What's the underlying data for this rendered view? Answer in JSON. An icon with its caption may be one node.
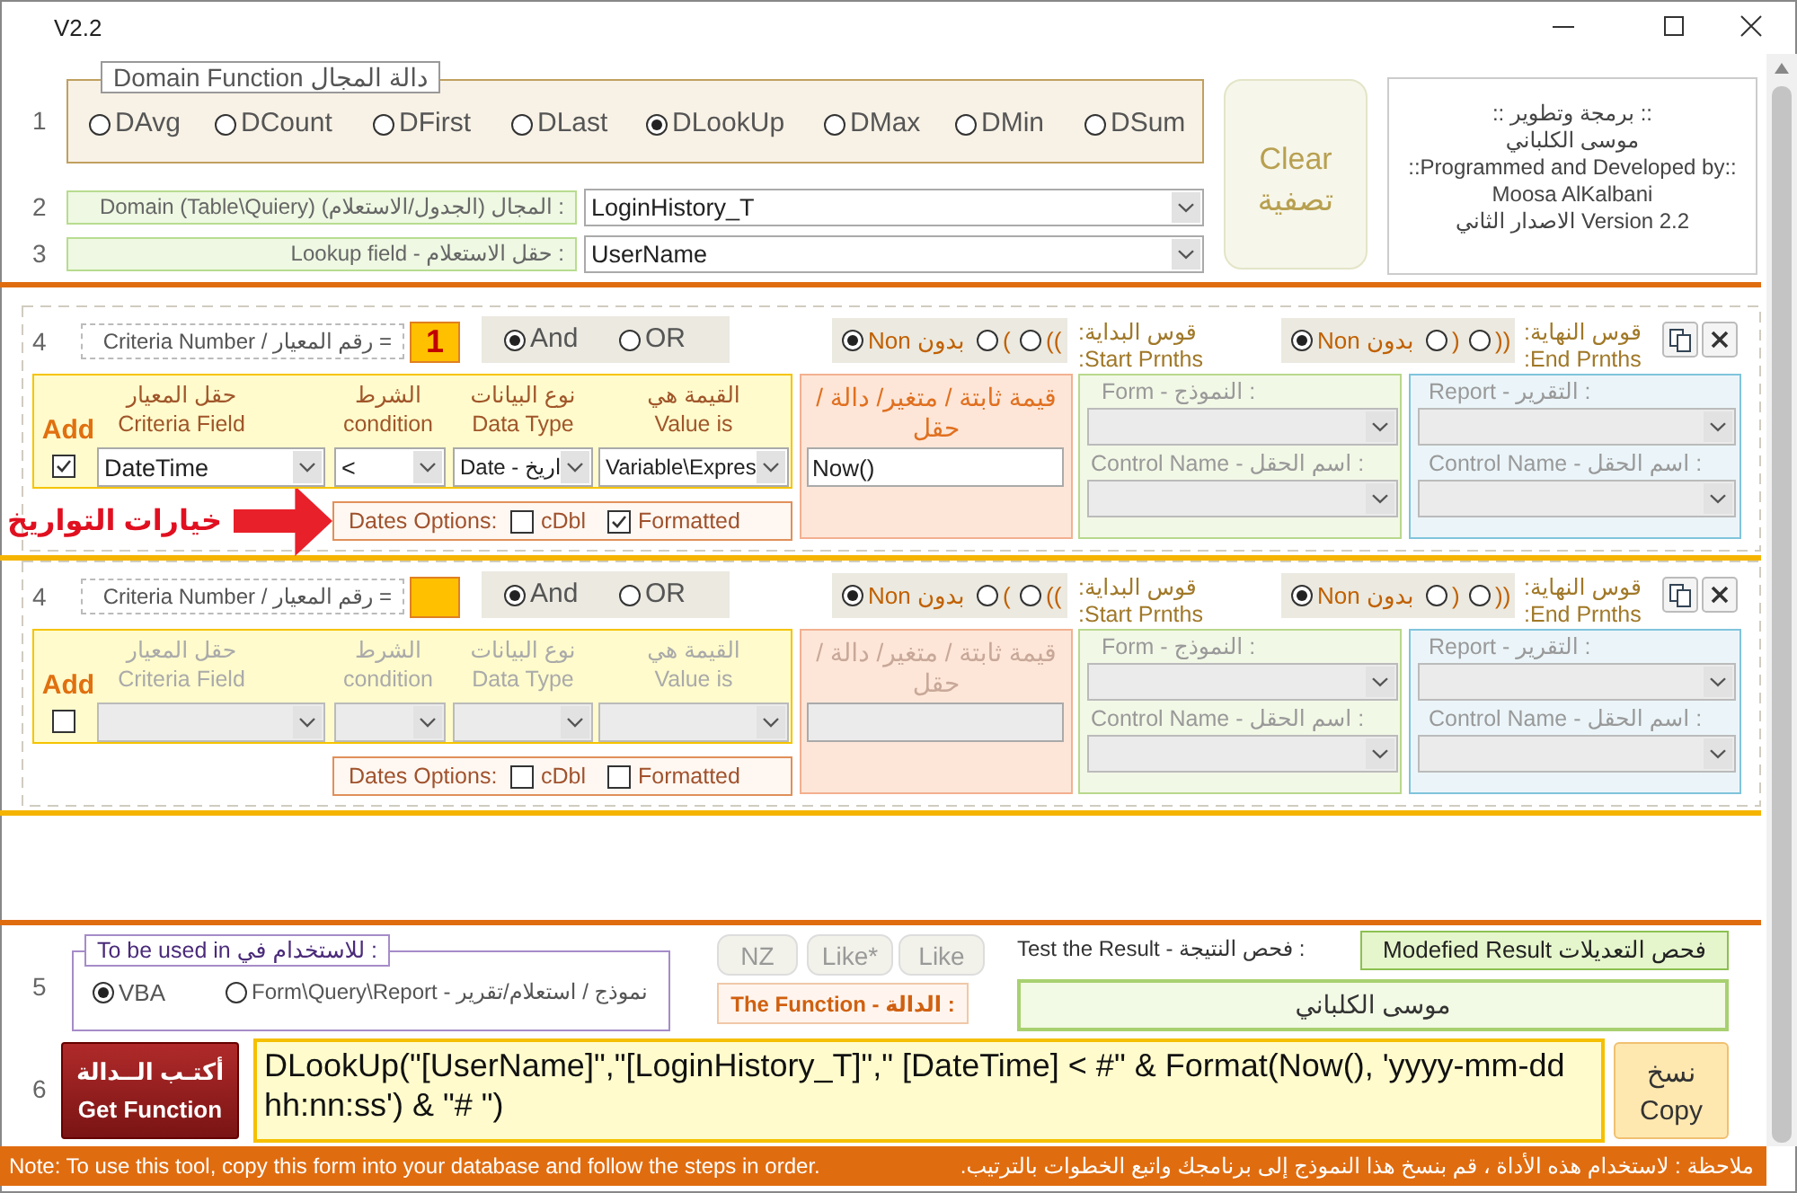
{
  "diagram": {
    "title": "V2.2",
    "nodes": [
      {
        "text": [
          "Domain Function  دالة المجال",
          "DAvg",
          "DCount",
          "DFirst",
          "DLast",
          "DLookUp",
          "DMax",
          "DMin",
          "DSum"
        ]
      },
      {
        "text": [
          ": المجال (الجدول/الاستعلام) Domain (Table\\Quiery)"
        ]
      },
      {
        "text": [
          "LoginHistory_T"
        ]
      },
      {
        "text": [
          ": حقل الاستعلام  -  Lookup field"
        ]
      },
      {
        "text": [
          "UserName"
        ]
      },
      {
        "text": [
          "Clear",
          "تصفية"
        ]
      },
      {
        "text": [
          ":: برمجة وتطوير ::",
          "موسى الكلباني",
          "::Programmed and Developed by::",
          "Moosa AlKalbani",
          "الاصدار الثاني Version 2.2"
        ]
      },
      {
        "text": [
          "= رقم المعيار / Criteria Number"
        ]
      },
      {
        "text": [
          "1"
        ]
      },
      {
        "text": [
          "OR",
          "And"
        ]
      },
      {
        "text": [
          "((",
          "(",
          "Non بدون"
        ],
        "beside": [
          "قوس البداية:",
          "Start Prnths:"
        ]
      },
      {
        "text": [
          "))",
          ")",
          "Non بدون"
        ],
        "beside": [
          "قوس النهاية:",
          "End Prnths:"
        ]
      },
      {
        "text": [
          "Add",
          "حقل المعيار Criteria Field",
          "الشرط condition",
          "نوع البيانات Data Type",
          "القيمة هي Value is"
        ]
      },
      {
        "text": [
          "DateTime"
        ],
        "in": 12
      },
      {
        "text": [
          "<"
        ],
        "in": 12
      },
      {
        "text": [
          "Date - اريخ"
        ],
        "in": 12
      },
      {
        "text": [
          "Variable\\Expres"
        ],
        "in": 12
      },
      {
        "text": [
          "Formatted",
          "cDbl",
          "Dates Options:"
        ]
      },
      {
        "text": [
          "قيمة ثابتة / متغير/ دالة / حقل"
        ]
      },
      {
        "text": [
          "Now()"
        ],
        "in": 18
      },
      {
        "text": [
          ": النموذج  -  Form",
          ": اسم الحقل  -  Control Name"
        ]
      },
      {
        "text": [],
        "shape": "box",
        "in": 20
      },
      {
        "text": [],
        "shape": "box",
        "in": 20
      },
      {
        "text": [
          ": التقرير  -  Report",
          ": اسم الحقل  -  Control Name"
        ]
      },
      {
        "text": [],
        "shape": "box",
        "in": 23
      },
      {
        "text": [],
        "shape": "box",
        "in": 23
      },
      {
        "text": [
          "خيارات التواريخ"
        ]
      },
      {
        "text": [
          "= رقم المعيار / Criteria Number"
        ]
      },
      {
        "text": [],
        "shape": "box"
      },
      {
        "text": [
          "OR",
          "And"
        ]
      },
      {
        "text": [
          "((",
          "(",
          "Non بدون"
        ],
        "beside": [
          "قوس البداية:",
          "Start Prnths:"
        ]
      },
      {
        "text": [
          "))",
          ")",
          "Non بدون"
        ],
        "beside": [
          "قوس النهاية:",
          "End Prnths:"
        ]
      },
      {
        "text": [
          "Add",
          "حقل المعيار Criteria Field",
          "الشرط condition",
          "نوع البيانات Data Type",
          "القيمة هي Value is"
        ]
      },
      {
        "text": [],
        "shape": "box",
        "in": 32
      },
      {
        "text": [],
        "shape": "box",
        "in": 32
      },
      {
        "text": [],
        "shape": "box",
        "in": 32
      },
      {
        "text": [],
        "shape": "box",
        "in": 32
      },
      {
        "text": [
          "Formatted",
          "cDbl",
          "Dates Options:"
        ]
      },
      {
        "text": [
          "قيمة ثابتة / متغير/ دالة / حقل"
        ]
      },
      {
        "text": [],
        "shape": "box",
        "in": 38
      },
      {
        "text": [
          ": النموذج  -  Form",
          ": اسم الحقل  -  Control Name"
        ]
      },
      {
        "text": [],
        "shape": "box",
        "in": 40
      },
      {
        "text": [],
        "shape": "box",
        "in": 40
      },
      {
        "text": [
          ": التقرير  -  Report",
          ": اسم الحقل  -  Control Name"
        ]
      },
      {
        "text": [],
        "shape": "box",
        "in": 43
      },
      {
        "text": [],
        "shape": "box",
        "in": 43
      },
      {
        "text": [
          ": للاستخدام في  To be used in",
          "Form\\Query\\Report - نموذج / استعلام/تقرير",
          "VBA"
        ]
      },
      {
        "text": [
          "NZ"
        ]
      },
      {
        "text": [
          "Like*"
        ]
      },
      {
        "text": [
          "Like"
        ]
      },
      {
        "text": [
          ": الدالة - The Function"
        ]
      },
      {
        "text": [
          "فحص التعديلات Modefied Result"
        ]
      },
      {
        "text": [
          "موسى الكلباني"
        ]
      },
      {
        "text": [
          "أكتـب الــدالة",
          "Get Function"
        ]
      },
      {
        "text": [
          "DLookUp(\"[UserName]\",\"[LoginHistory_T]\",\" [DateTime] < #\" & Format(Now(), 'yyyy-mm-dd hh:nn:ss') & \"# \")"
        ]
      },
      {
        "text": [
          "نسخ",
          "Copy"
        ]
      },
      {
        "text": [
          "ملاحظة : لاستخدام هذه الأداة ، قم بنسخ هذا النموذج إلى برنامجك واتبع الخطوات بالترتيب.",
          "Note: To use this tool, copy this form into your database and follow the steps in order."
        ]
      }
    ],
    "edges": [
      {
        "from": 26,
        "to": 17,
        "arrow": "to",
        "color": "#e8202a"
      }
    ],
    "labels": [
      "1",
      "2",
      "3",
      "4",
      "4",
      ": فحص النتيجة  -  Test the Result",
      "5",
      "6"
    ]
  }
}
